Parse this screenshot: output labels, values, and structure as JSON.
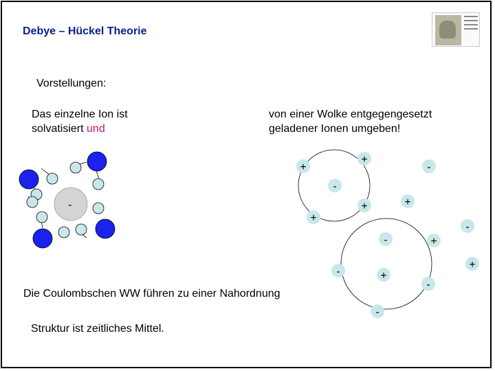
{
  "slide": {
    "title": "Debye – Hückel Theorie",
    "subtitle": "Vorstellungen:",
    "left_text": {
      "line1": "Das einzelne Ion ist",
      "line2_before": "solvatisiert ",
      "line2_highlight": "und"
    },
    "right_text": {
      "line1": "von einer Wolke entgegengesetzt",
      "line2": "geladener Ionen umgeben!"
    },
    "coulomb_text": "Die Coulombschen WW führen zu einer Nahordnung",
    "structure_text": "Struktur ist zeitliches Mittel."
  },
  "colors": {
    "title": "#0b1f8c",
    "highlight": "#c0157a",
    "large_ion": "#1c22ee",
    "solvent": "#c9e7ea",
    "central_ion": "#d4d4d4"
  },
  "diagram": {
    "central_ion_charge": "-",
    "right_charges": [
      "+",
      "-",
      "-",
      "+",
      "+",
      "+",
      "-",
      "-",
      "+",
      "-",
      "+",
      "+",
      "-",
      "-"
    ]
  }
}
